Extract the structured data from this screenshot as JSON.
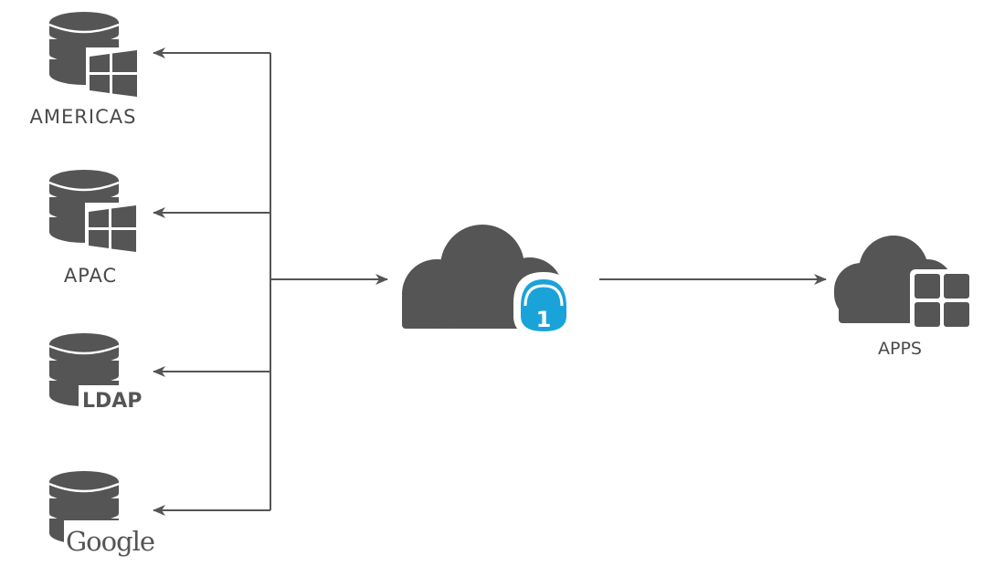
{
  "nodes": {
    "americas": {
      "label": "AMERICAS",
      "icon": "windows-database-icon"
    },
    "apac": {
      "label": "APAC",
      "icon": "windows-database-icon"
    },
    "ldap": {
      "label": "LDAP",
      "icon": "ldap-database-icon"
    },
    "google": {
      "label": "Google",
      "icon": "google-database-icon"
    },
    "hub": {
      "icon": "cloud-onelogin-lock-icon",
      "badge_text": "1"
    },
    "apps": {
      "label": "APPS",
      "icon": "cloud-apps-grid-icon"
    }
  },
  "colors": {
    "icon_gray": "#555555",
    "lock_blue": "#1aa3d9",
    "line_gray": "#555555",
    "background": "#ffffff"
  }
}
